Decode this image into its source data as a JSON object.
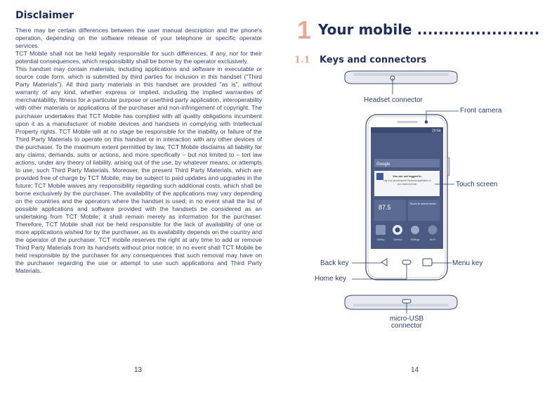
{
  "left_page": {
    "title": "Disclaimer",
    "paragraphs": [
      "There may be certain differences between the user manual description and the phone's operation, depending on the software release of your telephone or specific operator services.",
      "TCT Mobile shall not be held legally responsible for such differences, if any, nor for their potential consequences, which responsibility shall be borne by the operator exclusively.",
      "This handset may contain materials, including applications and software in executable or source code form, which is submitted by third parties for inclusion in this handset (\"Third Party Materials\"). All third party materials in this handset are provided \"as is\", without warranty of any kind, whether express or implied, including the implied warranties of merchantability, fitness for a particular purpose or use/third party application, interoperability with other materials or applications of the purchaser and non-infringement of copyright. The purchaser undertakes that TCT Mobile has complied with all quality obligations incumbent upon it as a manufacturer of mobile devices and handsets in complying with Intellectual Property rights. TCT Mobile will at no stage be responsible for the inability or failure of the Third Party Materials to operate on this handset or in interaction with any other devices of the purchaser. To the maximum extent permitted by law, TCT Mobile disclaims all liability for any claims, demands, suits or actions, and more specifically – but not limited to – tort law actions, under any theory of liability, arising out of the use, by whatever means, or attempts to use, such Third Party Materials. Moreover, the present Third Party Materials, which are provided free of charge by TCT Mobile, may be subject to paid updates and upgrades in the future; TCT Mobile waives any responsibility regarding such additional costs, which shall be borne exclusively by the purchaser. The availability of the applications may vary depending on the countries and the operators where the handset is used; in no event shall the list of possible applications and software provided with the handsets be considered as an undertaking from TCT Mobile; it shall remain merely as information for the purchaser. Therefore, TCT Mobile shall not be held responsible for the lack of availability of one or more applications wished for by the purchaser, as its availability depends on the country and the operator of the purchaser. TCT mobile reserves the right at any time to add or remove Third Party Materials from its handsets without prior notice; in no event shall TCT Mobile be held responsible by the purchaser for any consequences that such removal may have on the purchaser regarding the use or attempt to use such applications and Third Party Materials."
    ],
    "page_number": "13"
  },
  "right_page": {
    "chapter_number": "1",
    "chapter_title": "Your mobile .......................",
    "section_number": "1.1",
    "section_title": "Keys and connectors",
    "labels": {
      "headset": "Headset connector",
      "front_camera": "Front camera",
      "touch_screen": "Touch screen",
      "back_key": "Back key",
      "menu_key": "Menu key",
      "home_key": "Home key",
      "micro_usb_1": "micro-USB",
      "micro_usb_2": "connector"
    },
    "screen": {
      "time": "20:54",
      "search_text": "Google",
      "fb_title": "You are not logged in.",
      "fb_line1": "Log in by launching the Facebook application on",
      "fb_line2": "your android phone.",
      "radio_freq": "87.5",
      "music_text": "Touch to select music",
      "apps": [
        "Gallery",
        "Camera",
        "Settings",
        "Wi-Fi"
      ]
    },
    "page_number": "14",
    "colors": {
      "accent": "#e8a896",
      "heading": "#1f2d5a",
      "text": "#2c3e6d",
      "screen_bg": "#4a5a82"
    }
  }
}
